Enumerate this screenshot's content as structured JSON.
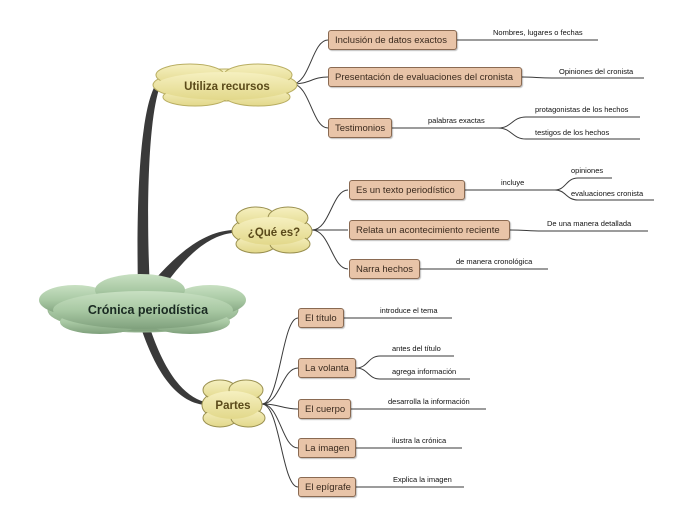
{
  "root": {
    "label": "Crónica periodística"
  },
  "branches": {
    "recursos": {
      "label": "Utiliza recursos",
      "items": [
        {
          "label": "Inclusión de datos exactos",
          "leaves": [
            "Nombres, lugares o fechas"
          ]
        },
        {
          "label": "Presentación de evaluaciones del cronista",
          "leaves": [
            "Opiniones del cronista"
          ]
        },
        {
          "label": "Testimonios",
          "connector": "palabras exactas",
          "leaves": [
            "protagonistas de los hechos",
            "testigos de los hechos"
          ]
        }
      ]
    },
    "que_es": {
      "label": "¿Qué es?",
      "items": [
        {
          "label": "Es un texto periodístico",
          "connector": "incluye",
          "leaves": [
            "opiniones",
            "evaluaciones cronista"
          ]
        },
        {
          "label": "Relata un acontecimiento reciente",
          "leaves": [
            "De una manera detallada"
          ]
        },
        {
          "label": "Narra hechos",
          "leaves": [
            "de manera cronológica"
          ]
        }
      ]
    },
    "partes": {
      "label": "Partes",
      "items": [
        {
          "label": "El título",
          "leaves": [
            "introduce el tema"
          ]
        },
        {
          "label": "La volanta",
          "leaves": [
            "antes del título",
            "agrega información"
          ]
        },
        {
          "label": "El cuerpo",
          "leaves": [
            "desarrolla la información"
          ]
        },
        {
          "label": "La imagen",
          "leaves": [
            "ilustra la crónica"
          ]
        },
        {
          "label": "El epígrafe",
          "leaves": [
            "Explica la imagen"
          ]
        }
      ]
    }
  },
  "colors": {
    "node_fill": "#e8c4a8",
    "node_border": "#8a6a52",
    "cloud_yellow": "#ede5a0",
    "cloud_green": "#a9c9a4",
    "branch_line": "#3a3a3a"
  }
}
